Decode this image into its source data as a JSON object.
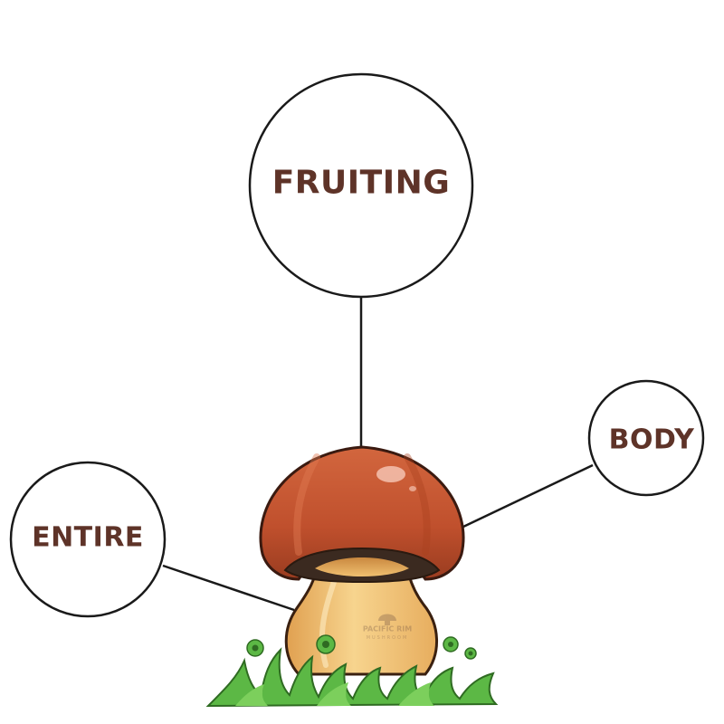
{
  "labels": {
    "top": "FRUITING",
    "right": "BODY",
    "left": "ENTIRE"
  },
  "watermark": {
    "main": "PACIFIC RIM",
    "sub": "MUSHROOM"
  },
  "colors": {
    "label_text": "#5e3328",
    "circle_stroke": "#1a1a1a",
    "cap": "#c0502d",
    "stem": "#f2c274",
    "grass": "#5cb845"
  }
}
